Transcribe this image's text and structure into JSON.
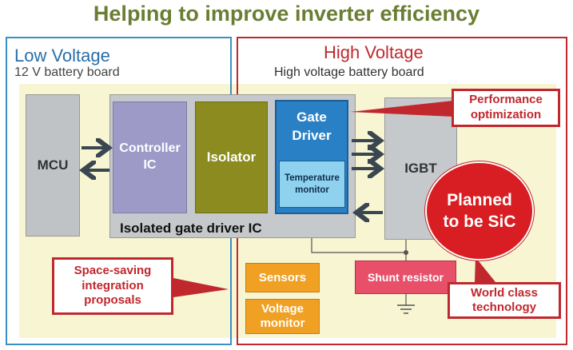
{
  "title": "Helping to improve inverter efficiency",
  "low_voltage": {
    "title": "Low Voltage",
    "subtitle": "12 V battery board"
  },
  "high_voltage": {
    "title": "High Voltage",
    "subtitle": "High voltage battery board"
  },
  "blocks": {
    "mcu": "MCU",
    "controller_ic_line1": "Controller",
    "controller_ic_line2": "IC",
    "isolator": "Isolator",
    "gate_driver_line1": "Gate",
    "gate_driver_line2": "Driver",
    "temp_line1": "Temperature",
    "temp_line2": "monitor",
    "isolated_gate_driver_ic": "Isolated gate driver IC",
    "igbt": "IGBT",
    "sensors": "Sensors",
    "voltage_monitor_line1": "Voltage",
    "voltage_monitor_line2": "monitor",
    "shunt_resistor": "Shunt resistor"
  },
  "callouts": {
    "performance_line1": "Performance",
    "performance_line2": "optimization",
    "space_line1": "Space-saving",
    "space_line2": "integration",
    "space_line3": "proposals",
    "world_line1": "World class",
    "world_line2": "technology",
    "sic_line1": "Planned",
    "sic_line2": "to be SiC"
  },
  "colors": {
    "title": "#6b7d33",
    "low_voltage_border": "#3b8fc6",
    "high_voltage_border": "#c0282e",
    "board_background": "#f7f5d2",
    "controller": "#9d9ac8",
    "isolator": "#8b8b20",
    "gate_driver": "#2a80c4",
    "temperature_monitor": "#8fd2ef",
    "sensors": "#f0a022",
    "shunt_resistor": "#e8506a",
    "sic_badge": "#d81e22"
  }
}
